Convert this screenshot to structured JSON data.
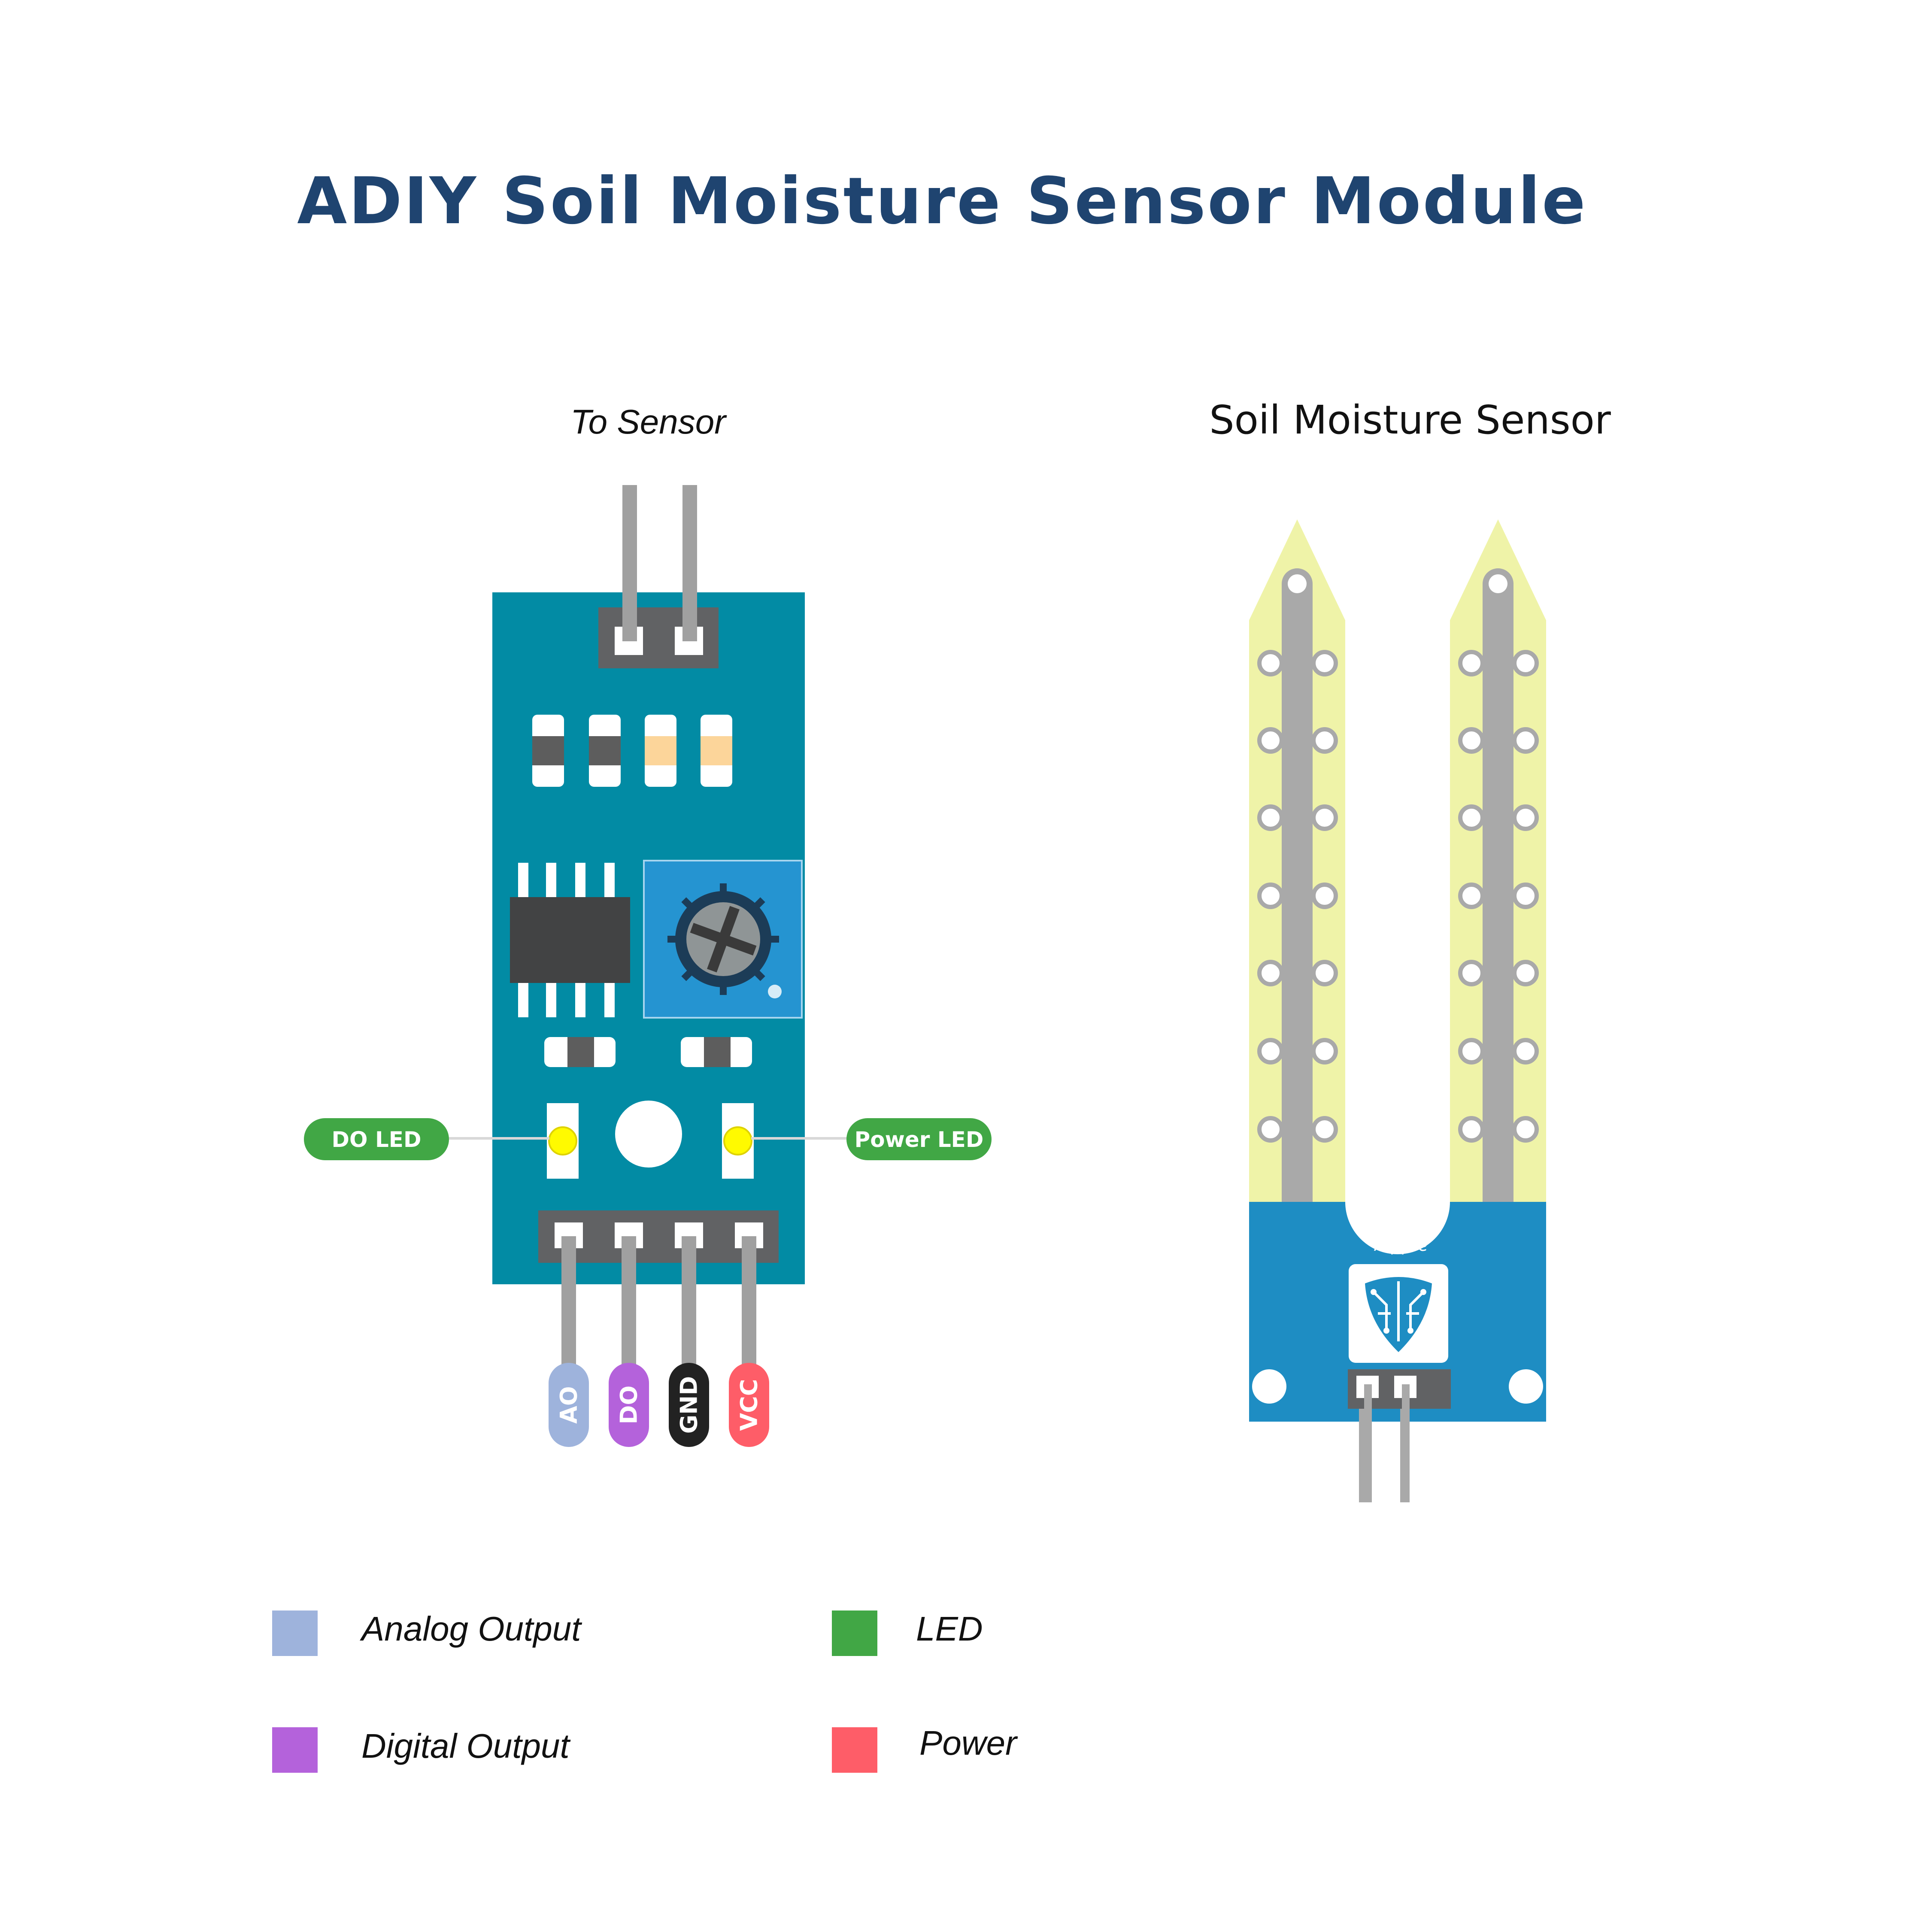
{
  "title": "ADIY Soil Moisture Sensor Module",
  "module": {
    "to_sensor_label": "To Sensor",
    "do_led_label": "DO LED",
    "power_led_label": "Power LED",
    "pins": [
      {
        "label": "AO",
        "color": "#9eb3dc"
      },
      {
        "label": "DO",
        "color": "#b462db"
      },
      {
        "label": "GND",
        "color": "#222222"
      },
      {
        "label": "VCC",
        "color": "#fe5d68"
      }
    ],
    "board_color": "#028ba4",
    "pot_color": "#2594d1",
    "led_color": "#fffa00",
    "callout_color": "#41a745"
  },
  "sensor": {
    "label": "Soil Moisture Sensor",
    "brand": "adiy",
    "prong_color": "#eff3a8",
    "board_color": "#1e8dc3"
  },
  "legend": [
    {
      "label": "Analog Output",
      "color": "#9eb3dc"
    },
    {
      "label": "LED",
      "color": "#41a745"
    },
    {
      "label": "Digital Output",
      "color": "#b462db"
    },
    {
      "label": "Power",
      "color": "#fe5d68"
    }
  ]
}
